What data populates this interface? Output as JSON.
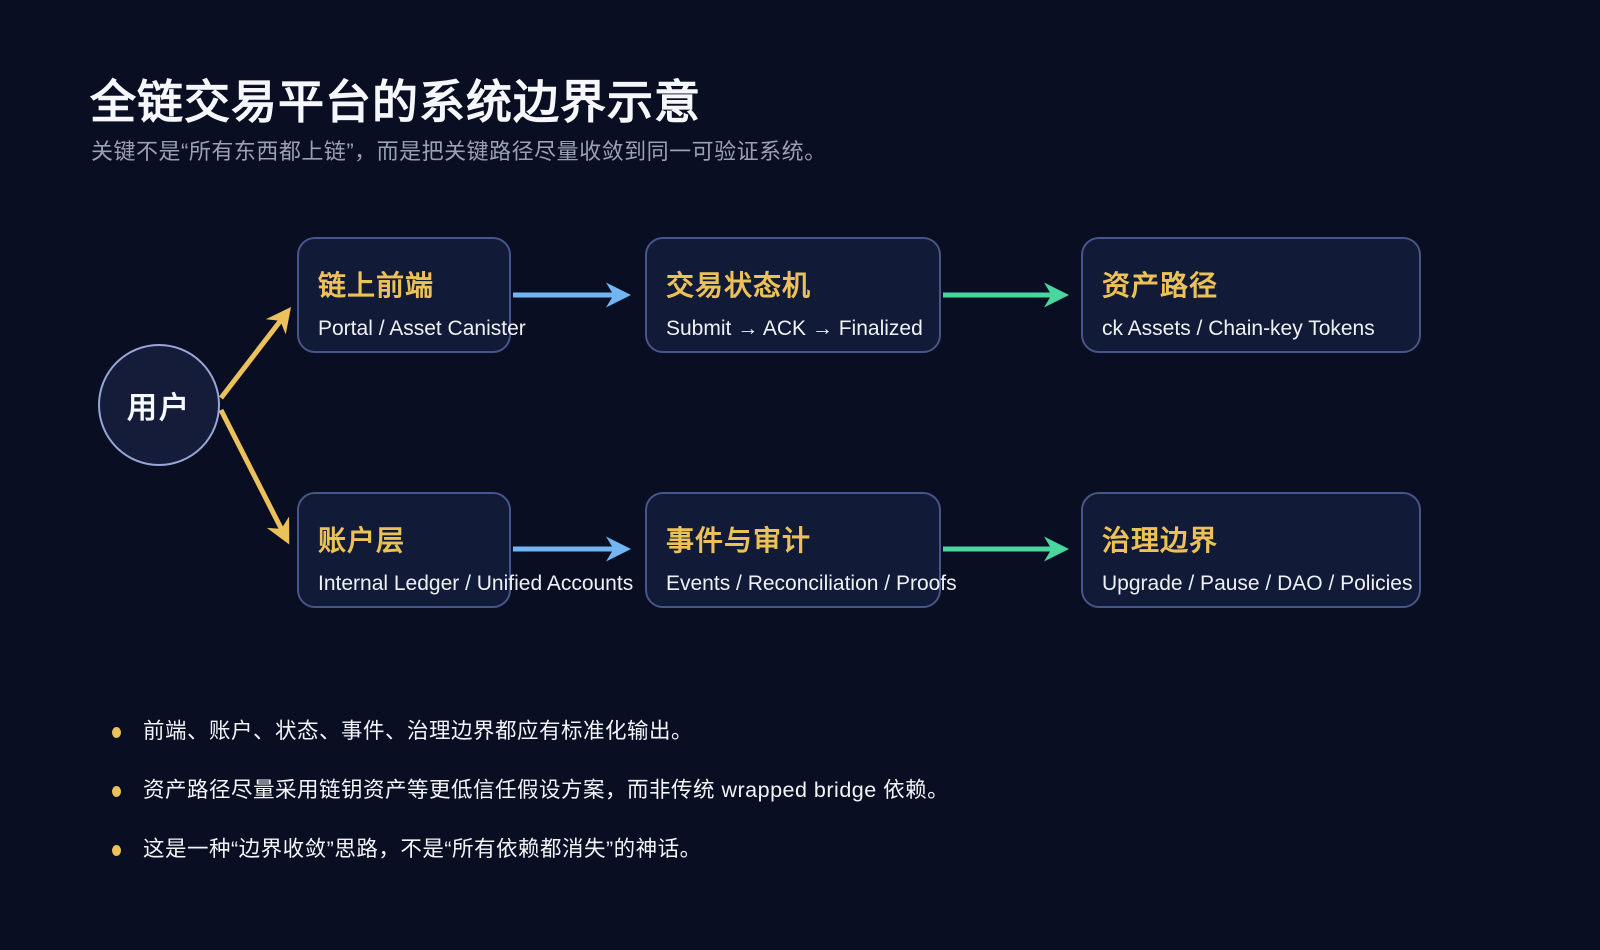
{
  "page": {
    "title": "全链交易平台的系统边界示意",
    "subtitle": "关键不是“所有东西都上链”，而是把关键路径尽量收敛到同一可验证系统。"
  },
  "diagram": {
    "user_node": {
      "label": "用户"
    },
    "nodes": [
      {
        "title": "链上前端",
        "subtitle": "Portal / Asset Canister"
      },
      {
        "title": "交易状态机",
        "subtitle": "Submit → ACK → Finalized"
      },
      {
        "title": "资产路径",
        "subtitle": "ck Assets / Chain-key Tokens"
      },
      {
        "title": "账户层",
        "subtitle": "Internal Ledger / Unified Accounts"
      },
      {
        "title": "事件与审计",
        "subtitle": "Events / Reconciliation / Proofs"
      },
      {
        "title": "治理边界",
        "subtitle": "Upgrade / Pause / DAO / Policies"
      }
    ],
    "colors": {
      "background": "#0a0e22",
      "node_background": "#111a36",
      "node_border": "#46568a",
      "node_title_gold": "#ecc158",
      "user_arrow_gold": "#ecc05a",
      "row_arrow_blue": "#72b5f3",
      "row_arrow_green": "#49d79f"
    }
  },
  "bullets": [
    "前端、账户、状态、事件、治理边界都应有标准化输出。",
    "资产路径尽量采用链钥资产等更低信任假设方案，而非传统 wrapped bridge 依赖。",
    "这是一种“边界收敛”思路，不是“所有依赖都消失”的神话。"
  ]
}
